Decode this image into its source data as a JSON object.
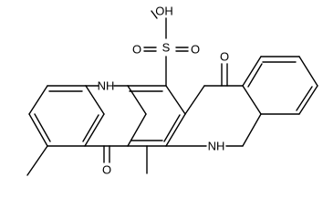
{
  "structure": {
    "bond_color": "#000000",
    "background": "#ffffff",
    "labels": {
      "oh": "OH",
      "s": "S",
      "o_top": "O",
      "o_left": "O",
      "o_ketone_top": "O",
      "o_ketone_bottom": "O",
      "nh_left": "NH",
      "nh_right": "NH"
    }
  }
}
